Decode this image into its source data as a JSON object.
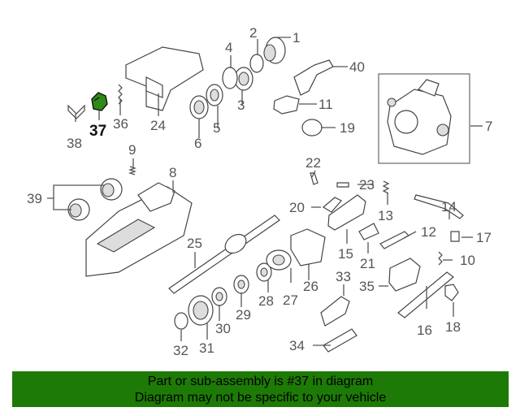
{
  "diagram": {
    "highlighted_part": "37",
    "highlight_color": "#2f8a17",
    "callouts": [
      "1",
      "2",
      "3",
      "4",
      "5",
      "6",
      "7",
      "8",
      "9",
      "10",
      "11",
      "12",
      "13",
      "14",
      "15",
      "16",
      "17",
      "18",
      "19",
      "20",
      "21",
      "22",
      "23",
      "24",
      "25",
      "26",
      "27",
      "28",
      "29",
      "30",
      "31",
      "32",
      "33",
      "34",
      "35",
      "36",
      "37",
      "38",
      "39",
      "40"
    ]
  },
  "banner": {
    "line1": "Part or sub-assembly is #37 in diagram",
    "line2": "Diagram may not be specific to your vehicle",
    "background": "#1d7a06"
  }
}
